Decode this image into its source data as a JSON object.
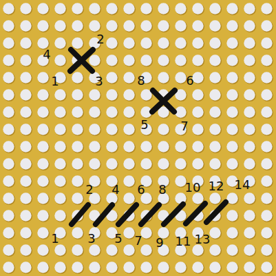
{
  "diagram": {
    "labels": [
      "4",
      "2",
      "1",
      "3",
      "8",
      "6",
      "5",
      "7",
      "2",
      "4",
      "6",
      "8",
      "10",
      "12",
      "14",
      "1",
      "3",
      "5",
      "7",
      "9",
      "11",
      "13"
    ]
  }
}
